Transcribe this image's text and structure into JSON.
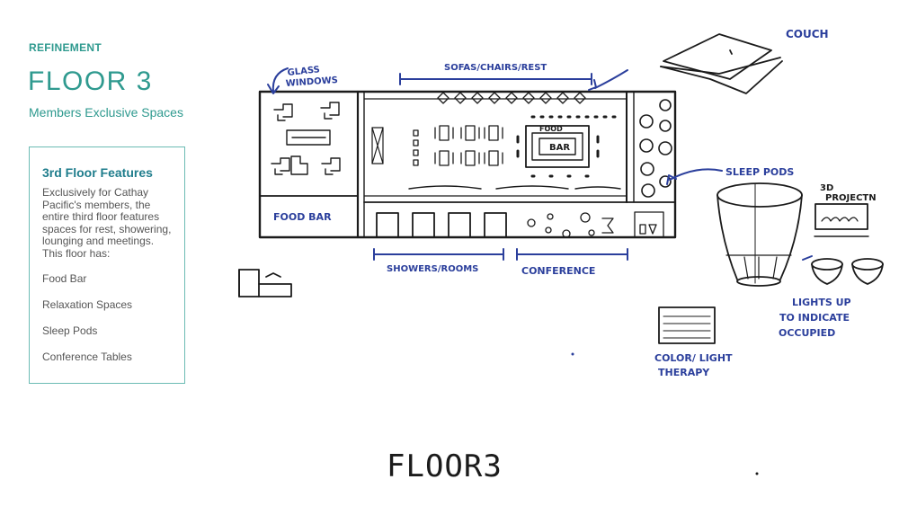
{
  "header": {
    "eyebrow": "REFINEMENT",
    "title": "FLOOR 3",
    "subtitle": "Members Exclusive Spaces"
  },
  "features": {
    "heading": "3rd Floor Features",
    "description": "Exclusively for Cathay Pacific's members, the entire third floor features spaces for rest, showering, lounging and meetings. This floor has:",
    "items": [
      {
        "label": "Food Bar"
      },
      {
        "label": "Relaxation Spaces"
      },
      {
        "label": "Sleep Pods"
      },
      {
        "label": "Conference Tables"
      }
    ]
  },
  "sketch": {
    "labels": {
      "glass_windows_1": "GLASS",
      "glass_windows_2": "WINDOWS",
      "sofas": "SOFAS/CHAIRS/REST",
      "couch": "COUCH",
      "food": "FOOD",
      "bar": "BAR",
      "food_bar": "FOOD BAR",
      "sleep_pods": "SLEEP PODS",
      "projection_1": "3D",
      "projection_2": "PROJECTN",
      "showers": "SHOWERS/ROOMS",
      "conference": "CONFERENCE",
      "lights_1": "LIGHTS UP",
      "lights_2": "TO INDICATE",
      "lights_3": "OCCUPIED",
      "color_1": "COLOR/ LIGHT",
      "color_2": "THERAPY",
      "floor_caption": "FLOOR3"
    },
    "colors": {
      "ink": "#1b1b1b",
      "annotation": "#2b3f9c",
      "accent": "#2f9a8f"
    }
  }
}
